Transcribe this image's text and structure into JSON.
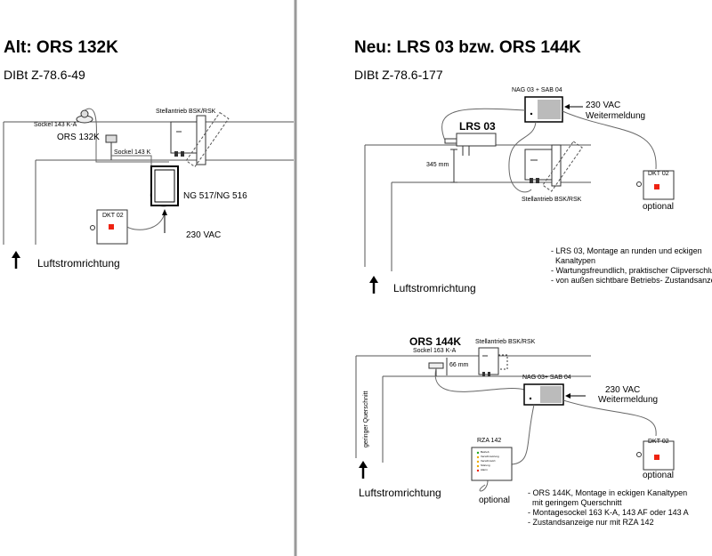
{
  "left": {
    "title": "Alt: ORS 132K",
    "approval": "DIBt Z-78.6-49",
    "sockel_143_ka": "Sockel 143 K-A",
    "ors_132k": "ORS 132K",
    "sockel_143_k": "Sockel 143 K",
    "stellantrieb": "Stellantrieb BSK/RSK",
    "ng": "NG 517/NG 516",
    "dkt": "DKT 02",
    "vac": "230 VAC",
    "airflow": "Luftstromrichtung"
  },
  "right_top": {
    "title": "Neu: LRS 03 bzw. ORS 144K",
    "approval": "DIBt Z-78.6-177",
    "nag": "NAG 03 + SAB 04",
    "vac": "230 VAC",
    "weitermeldung": "Weitermeldung",
    "lrs": "LRS 03",
    "mm": "345 mm",
    "dkt": "DKT 02",
    "stellantrieb": "Stellantrieb BSK/RSK",
    "optional": "optional",
    "notes": [
      "- LRS 03, Montage an runden und eckigen",
      "  Kanaltypen",
      "- Wartungsfreundlich, praktischer Clipverschluß",
      "- von außen sichtbare Betriebs- Zustandsanzeige"
    ],
    "airflow": "Luftstromrichtung"
  },
  "right_bottom": {
    "ors_144k": "ORS 144K",
    "sockel_163": "Sockel 163 K-A",
    "stellantrieb": "Stellantrieb BSK/RSK",
    "mm": "66 mm",
    "nag": "NAG 03+ SAB 04",
    "vac": "230 VAC",
    "weitermeldung": "Weitermeldung",
    "querschnitt": "geringer  Querschnitt",
    "rza": "RZA 142",
    "rza_items": [
      "Betrieb",
      "Verschmutzung",
      "Verschmutzt",
      "Störung",
      "Alarm"
    ],
    "dkt": "DKT 02",
    "optional_rza": "optional",
    "optional_dkt": "optional",
    "notes": [
      "- ORS 144K, Montage in eckigen Kanaltypen",
      "  mit geringem Querschnitt",
      "- Montagesockel 163 K-A, 143 AF oder 143 A",
      "- Zustandsanzeige nur mit RZA 142"
    ],
    "airflow": "Luftstromrichtung"
  }
}
